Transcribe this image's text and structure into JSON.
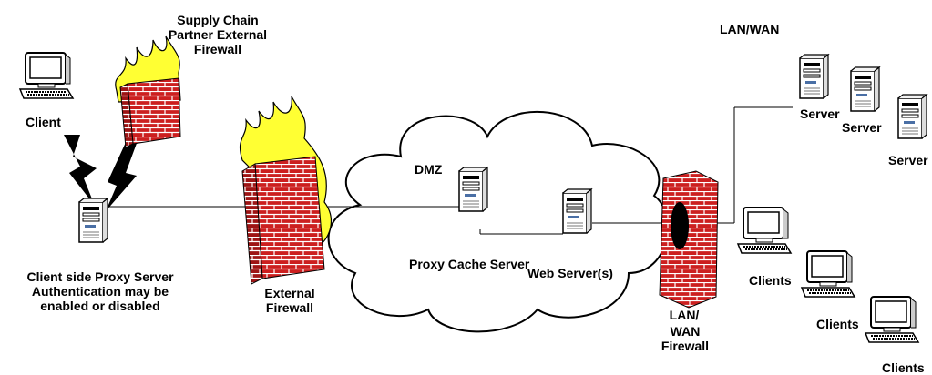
{
  "labels": {
    "supply_chain_firewall": "Supply Chain\nPartner External\nFirewall",
    "client": "Client",
    "client_proxy": "Client side Proxy Server\nAuthentication may be\nenabled or disabled",
    "external_firewall": "External\nFirewall",
    "dmz": "DMZ",
    "proxy_cache_server": "Proxy Cache Server",
    "web_servers": "Web Server(s)",
    "lan_wan_firewall_1": "LAN/",
    "lan_wan_firewall_2": "WAN\nFirewall",
    "lan_wan": "LAN/WAN",
    "server_1": "Server",
    "server_2": "Server",
    "server_3": "Server",
    "clients_1": "Clients",
    "clients_2": "Clients",
    "clients_3": "Clients"
  },
  "colors": {
    "brick": "#cc1f1f",
    "mortar": "#ffffff",
    "flame": "#ffff33",
    "line": "#000000"
  },
  "icons": [
    "desktop-computer-icon",
    "tower-server-icon",
    "brick-firewall-icon",
    "flame-icon",
    "lightning-bolt-icon",
    "cloud-shape"
  ]
}
